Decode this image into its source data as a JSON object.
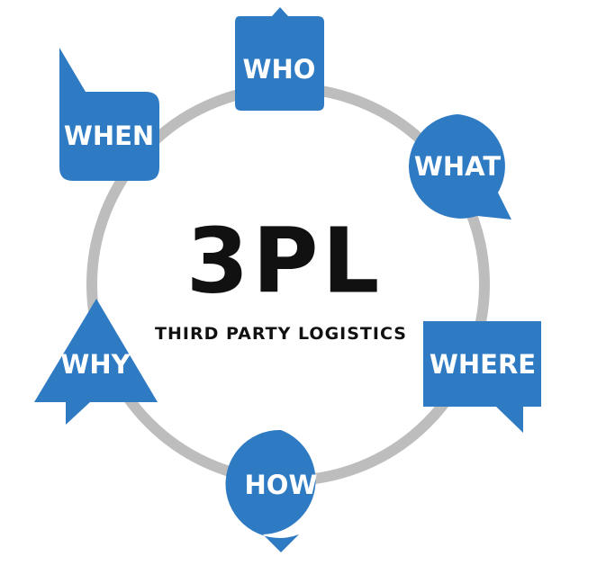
{
  "title": "3PL",
  "subtitle": "THIRD PARTY LOGISTICS",
  "colors": {
    "bubble": "#2E7BC4",
    "ring": "#BDBDBD",
    "text_dark": "#111111",
    "text_light": "#FFFFFF"
  },
  "bubbles": {
    "who": "WHO",
    "what": "WHAT",
    "where": "WHERE",
    "how": "HOW",
    "why": "WHY",
    "when": "WHEN"
  }
}
